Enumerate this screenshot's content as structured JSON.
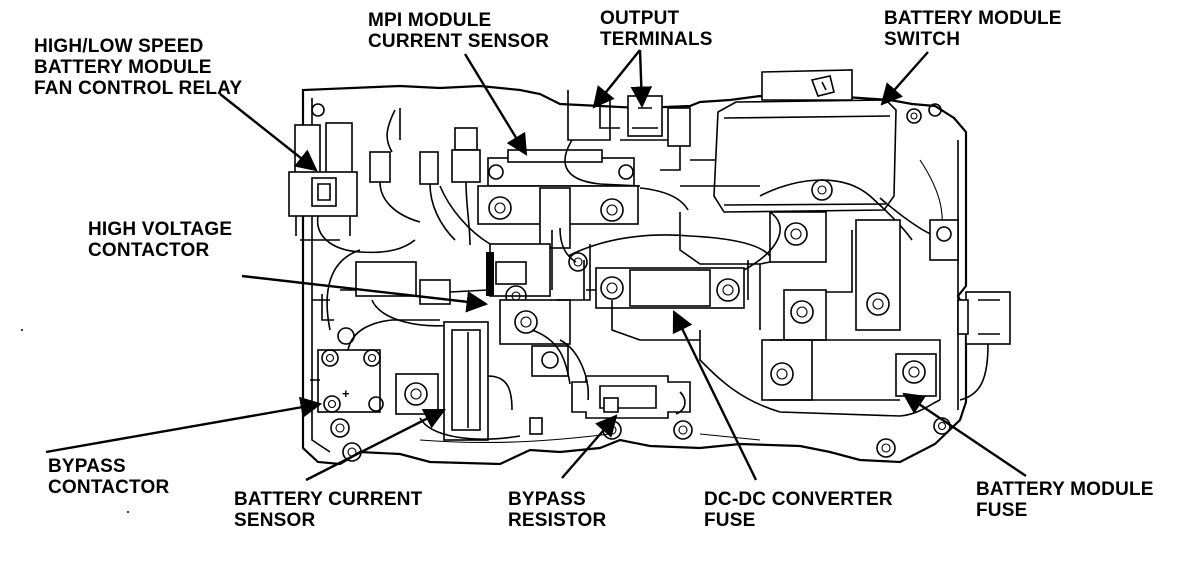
{
  "labels": {
    "fan_relay": [
      "HIGH/LOW SPEED",
      "BATTERY MODULE",
      "FAN CONTROL RELAY"
    ],
    "mpi_sensor": [
      "MPI MODULE",
      "CURRENT SENSOR"
    ],
    "output_terminals": [
      "OUTPUT",
      "TERMINALS"
    ],
    "module_switch": [
      "BATTERY MODULE",
      "SWITCH"
    ],
    "hv_contactor": [
      "HIGH VOLTAGE",
      "CONTACTOR"
    ],
    "bypass_contactor": [
      "BYPASS",
      "CONTACTOR"
    ],
    "current_sensor": [
      "BATTERY CURRENT",
      "SENSOR"
    ],
    "bypass_resistor": [
      "BYPASS",
      "RESISTOR"
    ],
    "dcdc_fuse": [
      "DC-DC CONVERTER",
      "FUSE"
    ],
    "module_fuse": [
      "BATTERY MODULE",
      "FUSE"
    ]
  }
}
